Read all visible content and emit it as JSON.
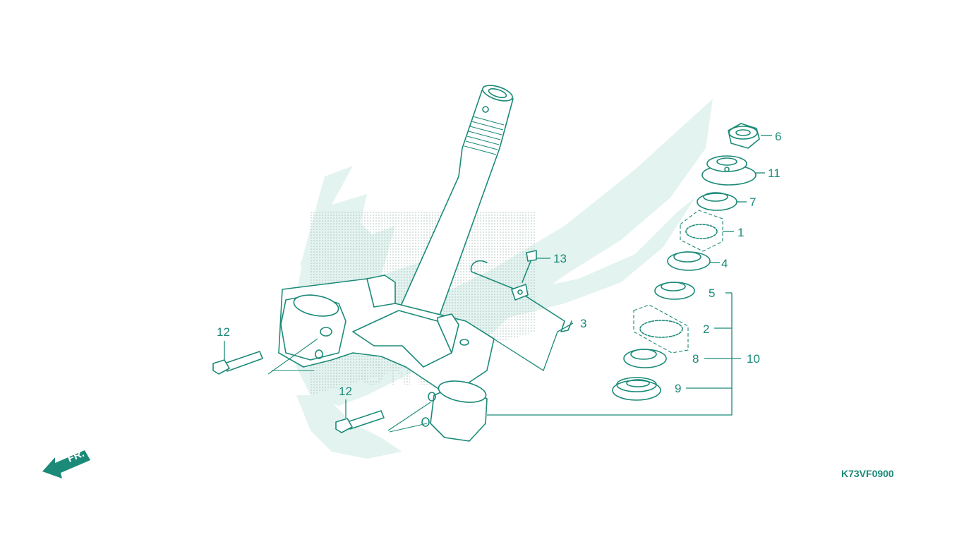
{
  "diagram": {
    "drawing_code": "K73VF0900",
    "direction_arrow_label": "FR.",
    "colors": {
      "line": "#1b8a78",
      "watermark": "#e3f3ef",
      "stipple": "#c9d9d4",
      "background": "#ffffff"
    },
    "callouts": [
      {
        "id": "c1",
        "text": "1"
      },
      {
        "id": "c2",
        "text": "2"
      },
      {
        "id": "c3",
        "text": "3"
      },
      {
        "id": "c4",
        "text": "4"
      },
      {
        "id": "c5",
        "text": "5"
      },
      {
        "id": "c6",
        "text": "6"
      },
      {
        "id": "c7",
        "text": "7"
      },
      {
        "id": "c8",
        "text": "8"
      },
      {
        "id": "c9",
        "text": "9"
      },
      {
        "id": "c10",
        "text": "10"
      },
      {
        "id": "c11",
        "text": "11"
      },
      {
        "id": "c12a",
        "text": "12"
      },
      {
        "id": "c12b",
        "text": "12"
      },
      {
        "id": "c13",
        "text": "13"
      }
    ]
  }
}
